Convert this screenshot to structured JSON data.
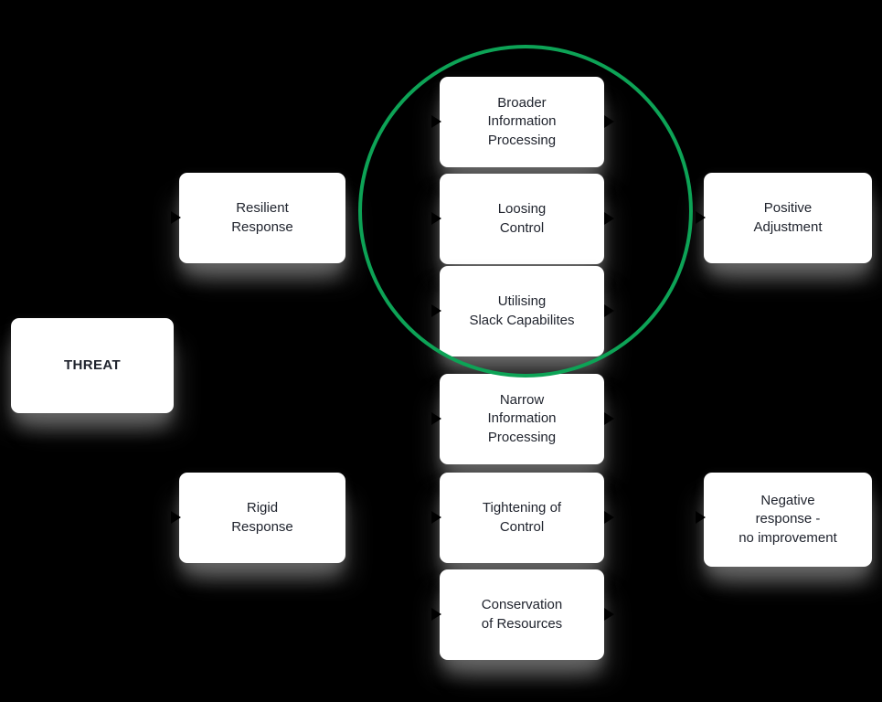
{
  "title": "Threat response flowchart",
  "nodes": {
    "threat": {
      "label": "THREAT"
    },
    "resilient_response": {
      "label": "Resilient\nResponse"
    },
    "rigid_response": {
      "label": "Rigid\nResponse"
    },
    "broader_information_processing": {
      "label": "Broader\nInformation\nProcessing"
    },
    "loosing_control": {
      "label": "Loosing\nControl"
    },
    "utilising_slack_capabilites": {
      "label": "Utilising\nSlack Capabilites"
    },
    "narrow_information_processing": {
      "label": "Narrow\nInformation\nProcessing"
    },
    "tightening_of_control": {
      "label": "Tightening of\nControl"
    },
    "conservation_of_resources": {
      "label": "Conservation\nof Resources"
    },
    "positive_adjustment": {
      "label": "Positive\nAdjustment"
    },
    "negative_response": {
      "label": "Negative\nresponse -\nno improvement"
    }
  },
  "colors": {
    "background": "#000000",
    "box_fill": "#ffffff",
    "box_text": "#20242e",
    "highlight_circle": "#0da356",
    "arrow": "#000000"
  }
}
